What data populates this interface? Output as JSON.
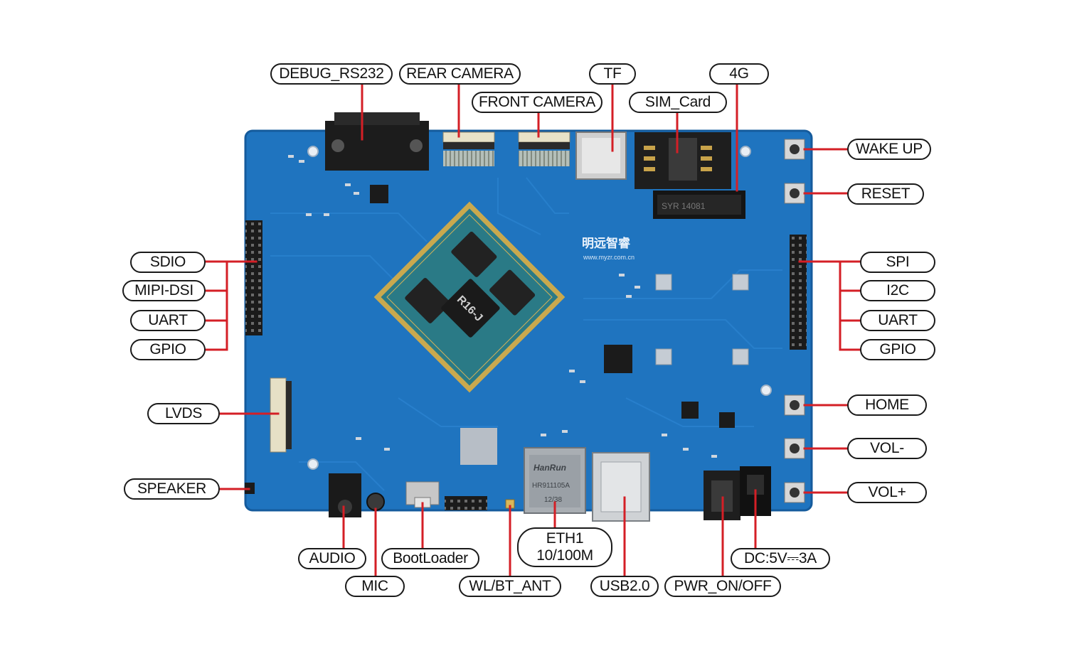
{
  "colors": {
    "board": "#1f74bf",
    "board_edge": "#155b9c",
    "leader": "#d41f26",
    "label_border": "#1a1a1a"
  },
  "labels": {
    "debug_rs232": "DEBUG_RS232",
    "rear_camera": "REAR CAMERA",
    "front_camera": "FRONT CAMERA",
    "tf": "TF",
    "sim_card": "SIM_Card",
    "lte_4g": "4G",
    "wake_up": "WAKE UP",
    "reset": "RESET",
    "sdio": "SDIO",
    "mipi_dsi": "MIPI-DSI",
    "uart_left": "UART",
    "gpio_left": "GPIO",
    "spi": "SPI",
    "i2c": "I2C",
    "uart_right": "UART",
    "gpio_right": "GPIO",
    "lvds": "LVDS",
    "home": "HOME",
    "vol_minus": "VOL-",
    "vol_plus": "VOL+",
    "speaker": "SPEAKER",
    "audio": "AUDIO",
    "mic": "MIC",
    "bootloader": "BootLoader",
    "wl_bt_ant": "WL/BT_ANT",
    "eth1_line1": "ETH1",
    "eth1_line2": "10/100M",
    "usb20": "USB2.0",
    "pwr_on_off": "PWR_ON/OFF",
    "dc_power": "DC:5V⎓3A"
  },
  "board_text": {
    "brand_cn": "明远智睿",
    "brand_url": "www.myzr.com.cn",
    "eth_brand": "HanRun",
    "eth_part": "HR911105A",
    "eth_date": "12/38",
    "som_marking": "R16-J",
    "sim_marking": "SYR 14081"
  }
}
